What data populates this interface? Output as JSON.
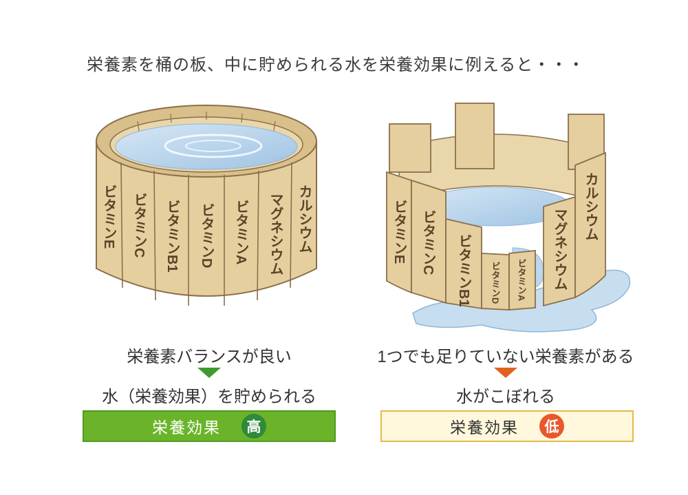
{
  "headline": "栄養素を桶の板、中に貯められる水を栄養効果に例えると・・・",
  "left": {
    "staves": [
      "ビタミンE",
      "ビタミンC",
      "ビタミンB1",
      "ビタミンD",
      "ビタミンA",
      "マグネシウム",
      "カルシウム"
    ],
    "caption_top": "栄養素バランスが良い",
    "caption_bottom": "水（栄養効果）を貯められる",
    "result_label": "栄養効果",
    "result_badge": "高",
    "colors": {
      "box_bg": "#6bb42a",
      "box_border": "#4f9a1e",
      "badge_bg": "#2f8a3a",
      "arrow": "#3f9a2e"
    }
  },
  "right": {
    "staves": [
      "ビタミンE",
      "ビタミンC",
      "ビタミンB1",
      "ビタミンD",
      "ビタミンA",
      "マグネシウム",
      "カルシウム"
    ],
    "caption_top": "1つでも足りていない栄養素がある",
    "caption_bottom": "水がこぼれる",
    "result_label": "栄養効果",
    "result_badge": "低",
    "colors": {
      "box_bg": "#fff8dc",
      "box_border": "#e8b84a",
      "badge_bg": "#e8582a",
      "arrow": "#e0621e"
    }
  },
  "colors": {
    "wood": "#e6cf9f",
    "wood_edge": "#8a6f4a",
    "water": "#bcd8ee"
  }
}
